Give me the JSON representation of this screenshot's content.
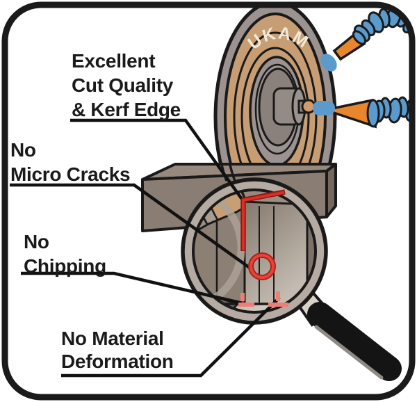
{
  "illustration": {
    "brand": "UKAM",
    "labels": {
      "cut_quality": [
        "Excellent",
        "Cut Quality",
        "& Kerf Edge"
      ],
      "micro_cracks": [
        "No",
        "Micro Cracks"
      ],
      "chipping": [
        "No",
        "Chipping"
      ],
      "deformation": [
        "No Material",
        "Deformation"
      ]
    },
    "colors": {
      "blade_tan": "#C79D73",
      "wheel_gray": "#9C9290",
      "coolant_blue": "#5B9ACD",
      "nozzle_orange": "#E8862D",
      "highlight_red": "#C9252B",
      "mark_salmon": "#EC8078",
      "workpiece_front": "#8A7D73",
      "lens_rim": "#B5ABA2",
      "border": "#1A1A1A"
    }
  }
}
